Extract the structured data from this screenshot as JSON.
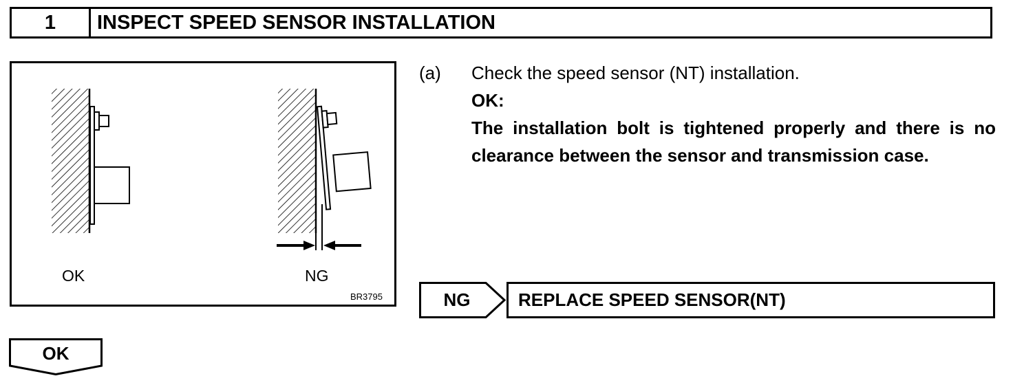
{
  "step": {
    "number": "1",
    "title": "INSPECT SPEED SENSOR INSTALLATION"
  },
  "figure": {
    "label_ok": "OK",
    "label_ng": "NG",
    "code": "BR3795"
  },
  "instruction": {
    "letter": "(a)",
    "text": "Check the speed sensor (NT) installation.",
    "ok_label": "OK:",
    "ok_text": "The installation bolt is tightened properly and there is no clearance between the sensor and transmission case."
  },
  "result_ng": {
    "tag": "NG",
    "action": "REPLACE SPEED SENSOR(NT)"
  },
  "result_ok": {
    "tag": "OK"
  }
}
